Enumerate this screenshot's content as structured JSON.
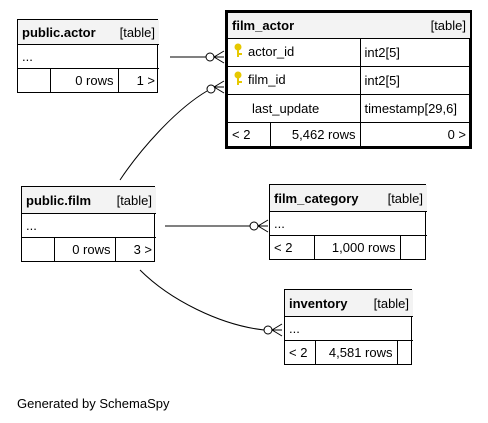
{
  "tables": {
    "actor": {
      "name": "public.actor",
      "kind": "[table]",
      "ellipsis": "...",
      "rows": "0 rows",
      "children": "1 >"
    },
    "film_actor": {
      "name": "film_actor",
      "kind": "[table]",
      "columns": [
        {
          "name": "actor_id",
          "type": "int2[5]",
          "key": true
        },
        {
          "name": "film_id",
          "type": "int2[5]",
          "key": true
        },
        {
          "name": "last_update",
          "type": "timestamp[29,6]",
          "key": false
        }
      ],
      "parents": "< 2",
      "rows": "5,462 rows",
      "children": "0 >"
    },
    "film": {
      "name": "public.film",
      "kind": "[table]",
      "ellipsis": "...",
      "rows": "0 rows",
      "children": "3 >"
    },
    "film_category": {
      "name": "film_category",
      "kind": "[table]",
      "ellipsis": "...",
      "parents": "< 2",
      "rows": "1,000 rows"
    },
    "inventory": {
      "name": "inventory",
      "kind": "[table]",
      "ellipsis": "...",
      "parents": "< 2",
      "rows": "4,581 rows"
    }
  },
  "footer": "Generated by SchemaSpy",
  "colors": {
    "key_icon": "#e6c800",
    "header_bg": "#f3f3f3"
  }
}
